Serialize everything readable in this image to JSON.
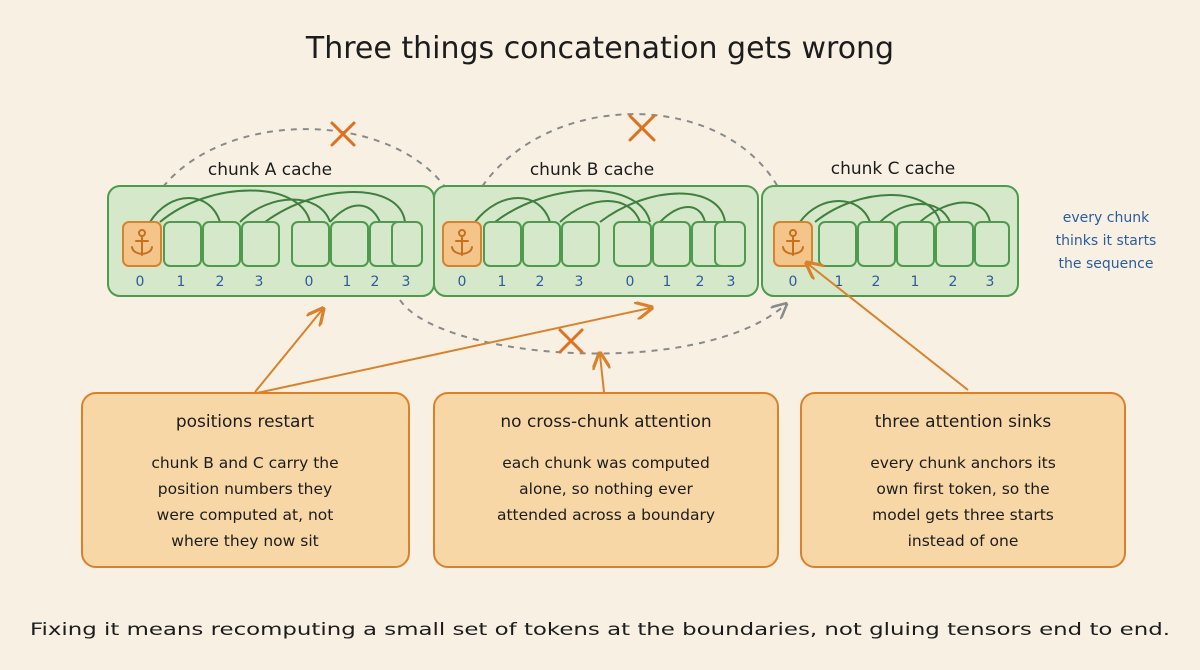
{
  "title": "Three things concatenation gets wrong",
  "chunks": [
    {
      "label": "chunk A cache",
      "indices": [
        "0",
        "1",
        "2",
        "3",
        "0",
        "1",
        "2",
        "3"
      ]
    },
    {
      "label": "chunk B cache",
      "indices": [
        "0",
        "1",
        "2",
        "3",
        "0",
        "1",
        "2",
        "3"
      ]
    },
    {
      "label": "chunk C cache",
      "indices": [
        "0",
        "1",
        "2",
        "1",
        "2",
        "3"
      ]
    }
  ],
  "anchor_icon": "anchor-icon",
  "side_note": [
    "every chunk",
    "thinks it starts",
    "the sequence"
  ],
  "boxes": [
    {
      "title": "positions restart",
      "lines": [
        "chunk B and C carry the",
        "position numbers they",
        "were computed at, not",
        "where they now sit"
      ]
    },
    {
      "title": "no cross-chunk attention",
      "lines": [
        "each chunk was computed",
        "alone, so nothing ever",
        "attended across a boundary"
      ]
    },
    {
      "title": "three attention sinks",
      "lines": [
        "every chunk anchors its",
        "own first token, so the",
        "model gets three starts",
        "instead of one"
      ]
    }
  ],
  "footer": "Fixing it means recomputing a small set of tokens at the boundaries, not gluing tensors end to end.",
  "colors": {
    "background": "#f8f1e3",
    "chunk_fill": "#d5e8c9",
    "chunk_stroke": "#4e9a4e",
    "anchor_fill": "#f3c58a",
    "anchor_stroke": "#d9822b",
    "box_fill": "#f7d7a6",
    "box_stroke": "#d9822b",
    "arrow": "#d9822b",
    "dashed": "#8a8a8a",
    "cross": "#e0701f",
    "note": "#2c5c9a"
  }
}
